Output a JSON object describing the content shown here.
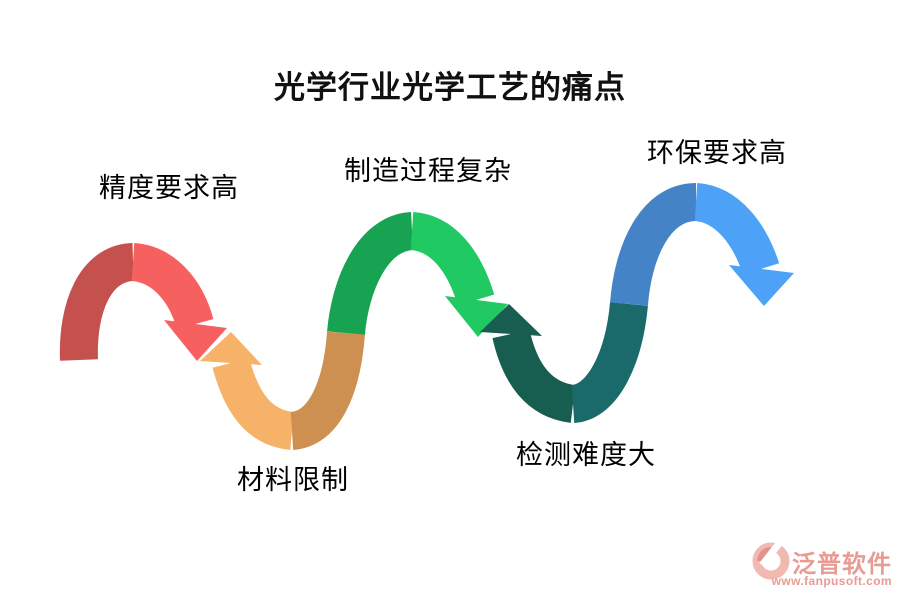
{
  "title": "光学行业光学工艺的痛点",
  "items": [
    {
      "label": "精度要求高",
      "arc": "over",
      "colors": {
        "a": "#c5514f",
        "b": "#f6615f",
        "head": "#f6615f"
      }
    },
    {
      "label": "材料限制",
      "arc": "under",
      "colors": {
        "a": "#f6b268",
        "b": "#cd9051",
        "head": "#f6b268"
      }
    },
    {
      "label": "制造过程复杂",
      "arc": "over",
      "colors": {
        "a": "#17a351",
        "b": "#20c961",
        "head": "#20c961"
      }
    },
    {
      "label": "检测难度大",
      "arc": "under",
      "colors": {
        "a": "#175e50",
        "b": "#1b6a6b",
        "head": "#175e50"
      }
    },
    {
      "label": "环保要求高",
      "arc": "over",
      "colors": {
        "a": "#4483c5",
        "b": "#4da2f8",
        "head": "#4da2f8"
      }
    }
  ],
  "watermark": {
    "brand": "泛普软件",
    "url": "www.fanpusoft.com",
    "color": "#e89b94",
    "icon_dark": "#e2938c",
    "icon_light": "#f0bab3"
  },
  "background": "#ffffff",
  "title_color": "#111111",
  "label_color": "#000000"
}
